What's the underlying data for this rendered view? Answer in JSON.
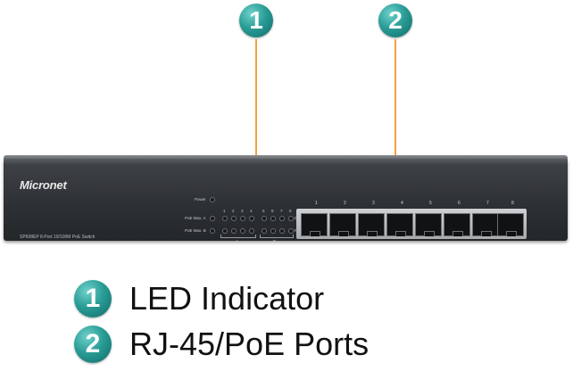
{
  "callouts": [
    {
      "number": "1",
      "label": "LED Indicator"
    },
    {
      "number": "2",
      "label": "RJ-45/PoE Ports"
    }
  ],
  "device": {
    "brand": "Micronet",
    "model_text": "SP608EP 8-Port 10/100M PoE Switch",
    "led_labels": {
      "power": "Power",
      "poe_max_a": "PoE Max. A",
      "poe_max_b": "PoE Max. B",
      "data": "Data",
      "poe": "PoE"
    },
    "led_numbers": [
      "1",
      "2",
      "3",
      "4",
      "5",
      "6",
      "7",
      "8"
    ],
    "groups": [
      "A",
      "B"
    ],
    "port_numbers": [
      "1",
      "2",
      "3",
      "4",
      "5",
      "6",
      "7",
      "8"
    ]
  },
  "colors": {
    "badge": "#2a9c96",
    "callout_line": "#f2a33a",
    "chassis": "#2c2f33"
  }
}
